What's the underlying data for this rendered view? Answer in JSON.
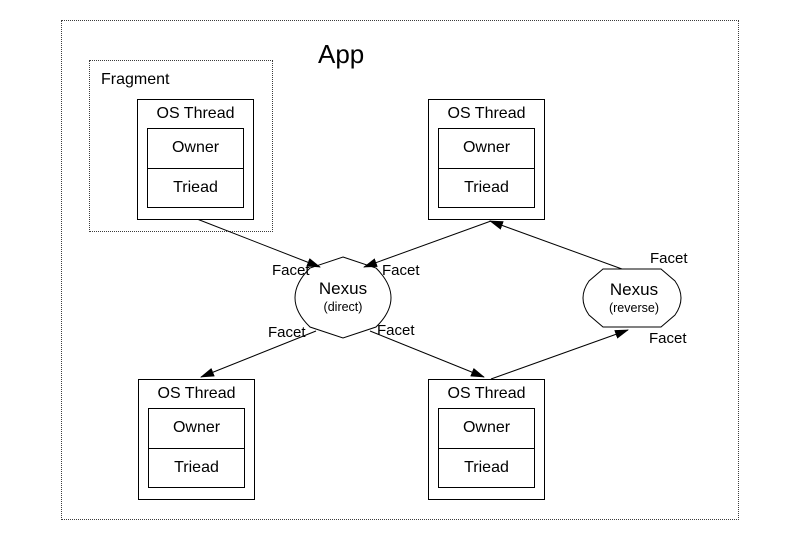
{
  "app": {
    "label": "App"
  },
  "fragment": {
    "label": "Fragment"
  },
  "thread_boxes": [
    {
      "position": "top-left-in-fragment",
      "title": "OS Thread",
      "rows": [
        "Owner",
        "Triead"
      ]
    },
    {
      "position": "top-right",
      "title": "OS Thread",
      "rows": [
        "Owner",
        "Triead"
      ]
    },
    {
      "position": "bottom-left",
      "title": "OS Thread",
      "rows": [
        "Owner",
        "Triead"
      ]
    },
    {
      "position": "bottom-right",
      "title": "OS Thread",
      "rows": [
        "Owner",
        "Triead"
      ]
    }
  ],
  "nexuses": [
    {
      "name": "Nexus",
      "mode": "(direct)"
    },
    {
      "name": "Nexus",
      "mode": "(reverse)"
    }
  ],
  "edges": [
    {
      "from": "fragment-os-thread",
      "to": "nexus-direct",
      "label": "Facet"
    },
    {
      "from": "os-thread-top-right",
      "to": "nexus-direct",
      "label": "Facet"
    },
    {
      "from": "nexus-direct",
      "to": "os-thread-bottom-left",
      "label": "Facet"
    },
    {
      "from": "nexus-direct",
      "to": "os-thread-bottom-right",
      "label": "Facet"
    },
    {
      "from": "os-thread-bottom-right",
      "to": "nexus-reverse",
      "label": "Facet"
    },
    {
      "from": "nexus-reverse",
      "to": "os-thread-top-right",
      "label": "Facet"
    }
  ],
  "colors": {
    "line": "#000000",
    "text": "#000000",
    "background": "#ffffff",
    "shape_fill": "#ffffff",
    "dotted_border": "#3c3c3c"
  }
}
